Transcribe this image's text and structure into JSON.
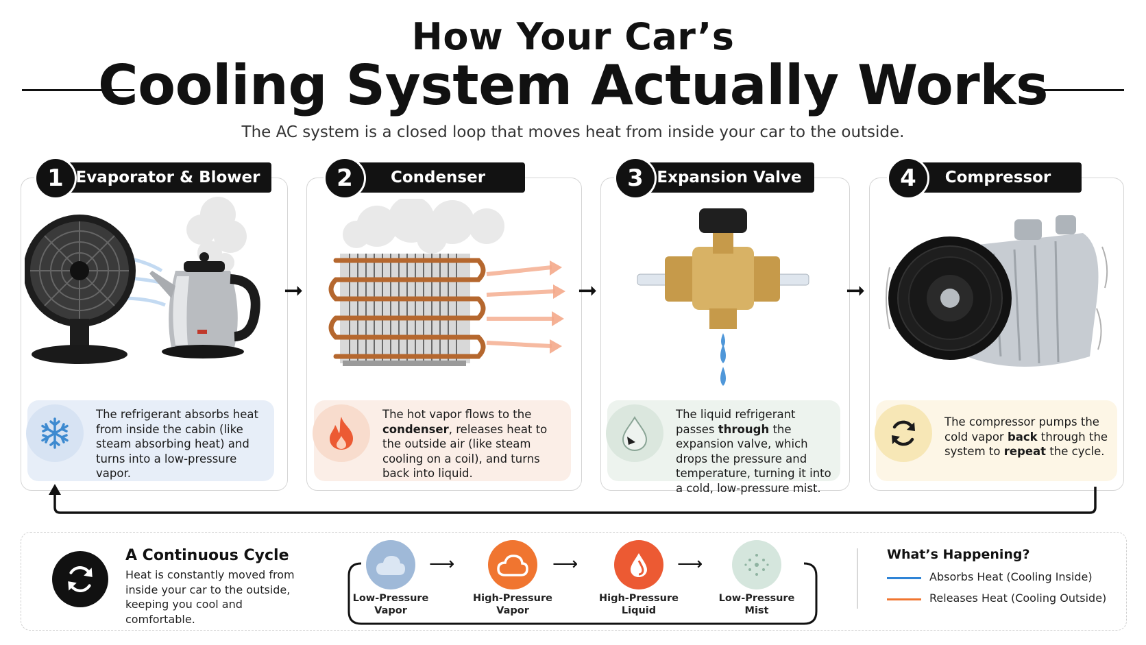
{
  "header": {
    "title_line1": "How Your Car’s",
    "title_line2": "Cooling System Actually Works",
    "subtitle": "The AC system is a closed loop that moves heat from inside your car to the outside."
  },
  "steps": [
    {
      "number": "1",
      "title": "Evaporator & Blower",
      "text_parts": [
        "The refrigerant absorbs heat from inside the cabin (like steam absorbing heat) and turns into a low-pressure vapor."
      ],
      "icon": "snowflake-icon",
      "accent": "#e7eef8"
    },
    {
      "number": "2",
      "title": "Condenser",
      "text_a": "The hot vapor flows to the ",
      "text_b": "condenser",
      "text_c": ", releases heat to the outside air (like steam cooling on a coil), and turns back into liquid.",
      "icon": "flame-icon",
      "accent": "#fbeee7"
    },
    {
      "number": "3",
      "title": "Expansion Valve",
      "text_a": "The liquid refrigerant passes ",
      "text_b": "through",
      "text_c": " the expansion valve, which drops the pressure and temperature, turning it into a cold, low-pressure mist.",
      "icon": "droplet-icon",
      "accent": "#edf3ee"
    },
    {
      "number": "4",
      "title": "Compressor",
      "text_a": "The compressor pumps the cold vapor ",
      "text_b": "back",
      "text_c": " through the system to ",
      "text_d": "repeat",
      "text_e": " the cycle.",
      "icon": "cycle-arrows-icon",
      "accent": "#fdf6e6"
    }
  ],
  "cycle": {
    "title": "A Continuous Cycle",
    "text": "Heat is constantly moved from inside your car to the outside, keeping you cool and comfortable."
  },
  "flow": [
    {
      "label_line1": "Low-Pressure",
      "label_line2": "Vapor",
      "color": "#9fb9d8",
      "icon": "cloud-icon"
    },
    {
      "label_line1": "High-Pressure",
      "label_line2": "Vapor",
      "color": "#f07530",
      "icon": "cloud-icon"
    },
    {
      "label_line1": "High-Pressure",
      "label_line2": "Liquid",
      "color": "#ec5a33",
      "icon": "droplet-icon"
    },
    {
      "label_line1": "Low-Pressure",
      "label_line2": "Mist",
      "color": "#cfe3da",
      "icon": "mist-icon"
    }
  ],
  "legend": {
    "title": "What’s Happening?",
    "items": [
      {
        "label": "Absorbs Heat (Cooling Inside)",
        "color": "#2f84d6"
      },
      {
        "label": "Releases Heat (Cooling Outside)",
        "color": "#f07530"
      }
    ]
  },
  "colors": {
    "accent_blue": "#2f84d6",
    "accent_orange": "#f07530",
    "dark": "#121212"
  }
}
